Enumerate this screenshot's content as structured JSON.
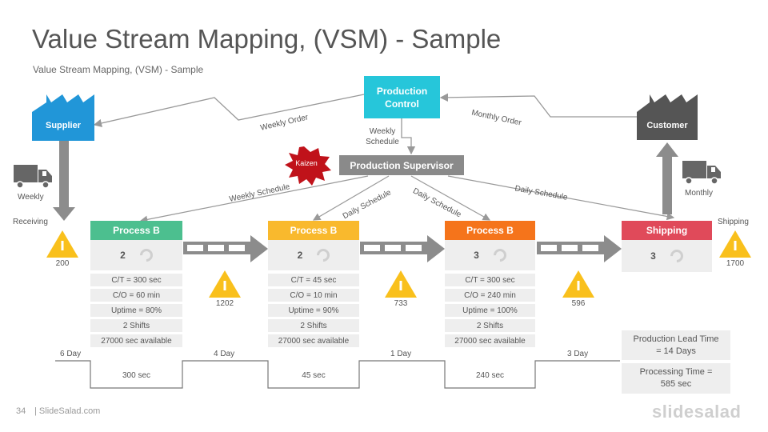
{
  "title": "Value Stream Mapping, (VSM) - Sample",
  "subtitle": "Value Stream Mapping, (VSM) - Sample",
  "colors": {
    "supplier": "#2196d8",
    "control": "#26c6da",
    "supervisor": "#8a8a8a",
    "customer": "#555555",
    "process1": "#4cbf8f",
    "process2": "#f9b92d",
    "process3": "#f5741b",
    "shipping": "#e04a5a",
    "warning": "#f9c01c",
    "kaizen": "#c0121a"
  },
  "supplier": {
    "label": "Supplier",
    "icon": "factory-icon"
  },
  "customer": {
    "label": "Customer",
    "icon": "factory-icon"
  },
  "production_control": {
    "label": "Production Control"
  },
  "production_supervisor": {
    "label": "Production Supervisor"
  },
  "kaizen": {
    "label": "Kaizen"
  },
  "flows": {
    "weekly_order": "Weekly Order",
    "monthly_order": "Monthly Order",
    "weekly_schedule_top": "Weekly Schedule",
    "weekly_schedule": "Weekly Schedule",
    "daily_schedule_1": "Daily Schedule",
    "daily_schedule_2": "Daily Schedule",
    "daily_schedule_3": "Daily Schedule"
  },
  "trucks": {
    "left_label": "Weekly",
    "right_label": "Monthly",
    "left_icon": "truck-icon",
    "right_icon": "truck-icon"
  },
  "receiving": {
    "label": "Receiving",
    "inventory": "200"
  },
  "shipping_side": {
    "label": "Shipping",
    "inventory": "1700"
  },
  "processes": [
    {
      "name": "Process B",
      "operators": "2",
      "metrics": [
        "C/T = 300 sec",
        "C/O = 60 min",
        "Uptime = 80%",
        "2 Shifts",
        "27000 sec available"
      ]
    },
    {
      "name": "Process B",
      "operators": "2",
      "metrics": [
        "C/T = 45 sec",
        "C/O = 10 min",
        "Uptime = 90%",
        "2 Shifts",
        "27000 sec available"
      ]
    },
    {
      "name": "Process B",
      "operators": "3",
      "metrics": [
        "C/T = 300 sec",
        "C/O = 240 min",
        "Uptime = 100%",
        "2 Shifts",
        "27000 sec available"
      ]
    },
    {
      "name": "Shipping",
      "operators": "3"
    }
  ],
  "inventory": [
    "1202",
    "733",
    "596"
  ],
  "timeline": {
    "days": [
      "6 Day",
      "4 Day",
      "1 Day",
      "3 Day"
    ],
    "secs": [
      "300 sec",
      "45 sec",
      "240 sec"
    ]
  },
  "summary": {
    "lead_time": "Production Lead Time = 14 Days",
    "processing_time": "Processing Time = 585 sec"
  },
  "footer": {
    "page": "34",
    "site": "| SlideSalad.com",
    "brand": "slidesalad"
  }
}
